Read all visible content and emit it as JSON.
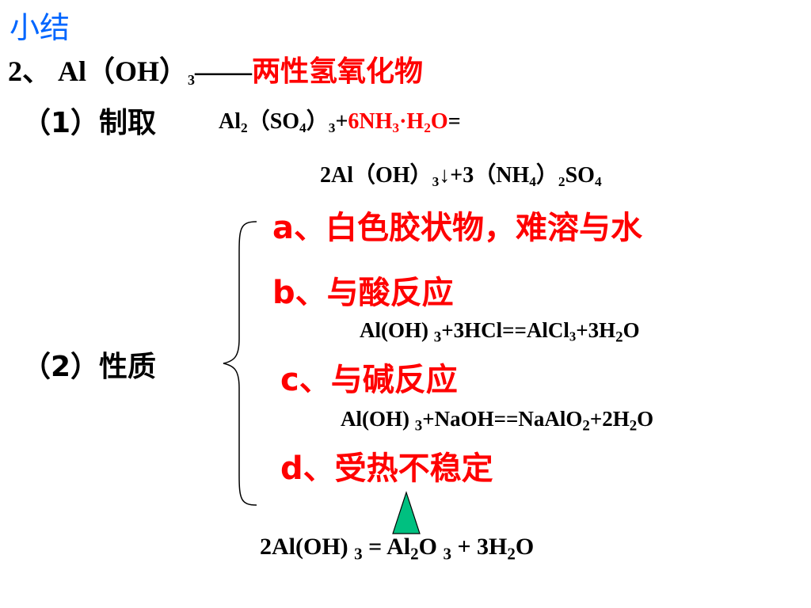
{
  "colors": {
    "title_blue": "#0066ff",
    "accent_red": "#ff0000",
    "text": "#000000",
    "arrow_green": "#00c080"
  },
  "summary_title": "小结",
  "heading": {
    "number": "2、 Al（OH）",
    "sub": "3",
    "dash": "——",
    "name": "两性氢氧化物"
  },
  "preparation": {
    "label": "（1）制取",
    "eq1": [
      "Al",
      "2",
      "（SO",
      "4",
      "）",
      "3",
      "+",
      "6NH",
      "3",
      "·H",
      "2",
      "O",
      "="
    ],
    "eq2": [
      "2Al（OH）",
      "3",
      "↓+3（NH",
      "4",
      "）",
      "2",
      "SO",
      "4"
    ]
  },
  "properties": {
    "label": "（2）性质",
    "a": "a、白色胶状物，难溶与水",
    "b": "b、与酸反应",
    "b_eq": [
      "Al(OH) ",
      "3",
      "+3HCl==AlCl",
      "3",
      "+3H",
      "2",
      "O"
    ],
    "c": "c、与碱反应",
    "c_eq": [
      "Al(OH) ",
      "3",
      "+NaOH==NaAlO",
      "2",
      "+2H",
      "2",
      "O"
    ],
    "d": "d、受热不稳定"
  },
  "decomposition_eq": [
    "2Al(OH) ",
    "3",
    " = Al",
    "2",
    "O ",
    "3",
    " + 3H",
    "2",
    "O"
  ]
}
